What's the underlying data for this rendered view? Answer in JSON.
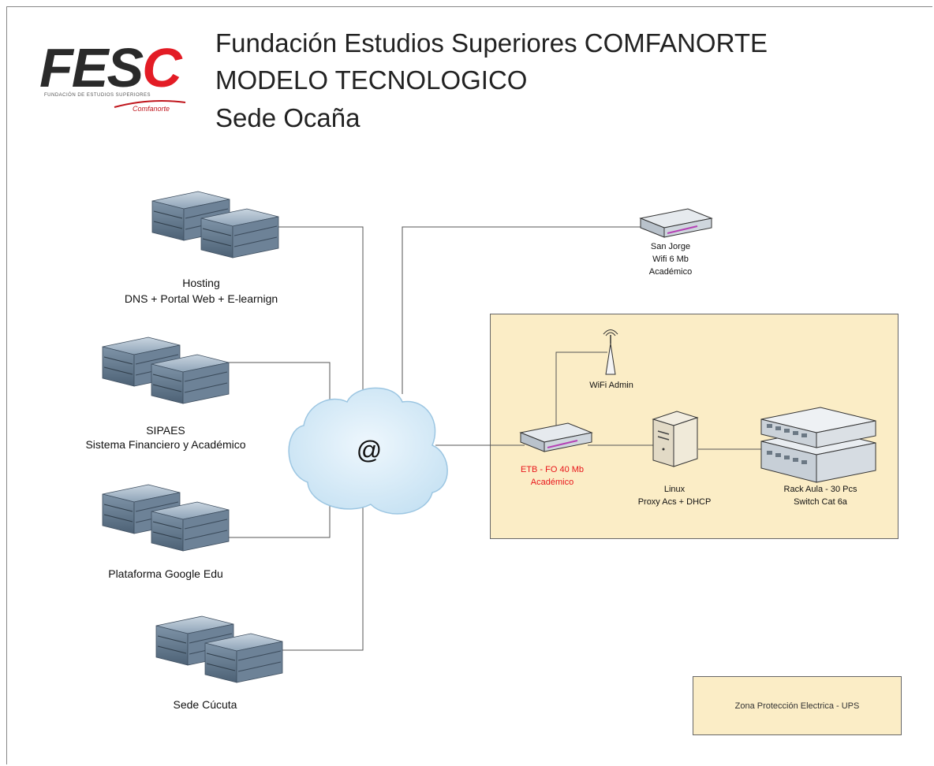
{
  "logo": {
    "main_a": "FES",
    "main_b": "C",
    "subtitle": "FUNDACIÓN DE ESTUDIOS SUPERIORES",
    "brand": "Comfanorte"
  },
  "title": {
    "line1": "Fundación  Estudios Superiores COMFANORTE",
    "line2": "MODELO TECNOLOGICO",
    "line3": "Sede Ocaña"
  },
  "nodes": {
    "hosting": {
      "line1": "Hosting",
      "line2": "DNS + Portal Web + E-learnign"
    },
    "sipaes": {
      "line1": "SIPAES",
      "line2": "Sistema Financiero y Académico"
    },
    "google": {
      "line1": "Plataforma Google Edu"
    },
    "cucuta": {
      "line1": "Sede Cúcuta"
    },
    "cloud": {
      "symbol": "@"
    },
    "san_jorge": {
      "line1": "San Jorge",
      "line2": "Wifi 6 Mb",
      "line3": "Académico"
    },
    "wifi_admin": {
      "line1": "WiFi Admin"
    },
    "etb": {
      "line1": "ETB - FO 40 Mb",
      "line2": "Académico"
    },
    "linux": {
      "line1": "Linux",
      "line2": "Proxy Acs + DHCP"
    },
    "rack": {
      "line1": "Rack Aula - 30 Pcs",
      "line2": "Switch Cat 6a"
    }
  },
  "legend": {
    "ups_zone": "Zona Protección Electrica - UPS"
  },
  "colors": {
    "zone_fill": "#fbedc6",
    "accent_red": "#e8151a",
    "server": "#8fa4b8",
    "cloud": "#d7ecf8"
  }
}
